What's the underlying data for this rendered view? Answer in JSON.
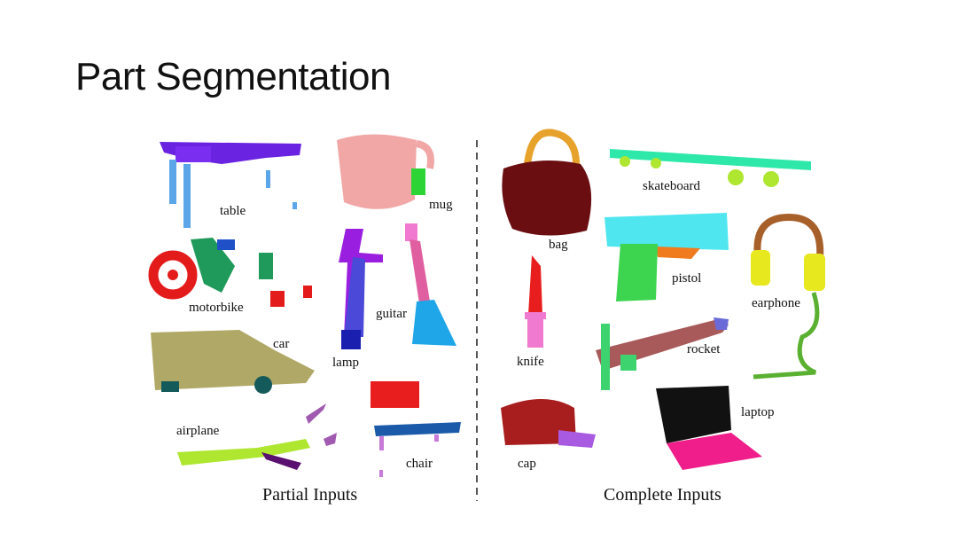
{
  "slide": {
    "title": "Part Segmentation"
  },
  "figure": {
    "partial_caption": "Partial Inputs",
    "complete_caption": "Complete Inputs",
    "partial_labels": {
      "table": "table",
      "mug": "mug",
      "motorbike": "motorbike",
      "guitar": "guitar",
      "lamp": "lamp",
      "car": "car",
      "airplane": "airplane",
      "chair": "chair"
    },
    "complete_labels": {
      "bag": "bag",
      "skateboard": "skateboard",
      "pistol": "pistol",
      "earphone": "earphone",
      "knife": "knife",
      "rocket": "rocket",
      "cap": "cap",
      "laptop": "laptop"
    }
  }
}
